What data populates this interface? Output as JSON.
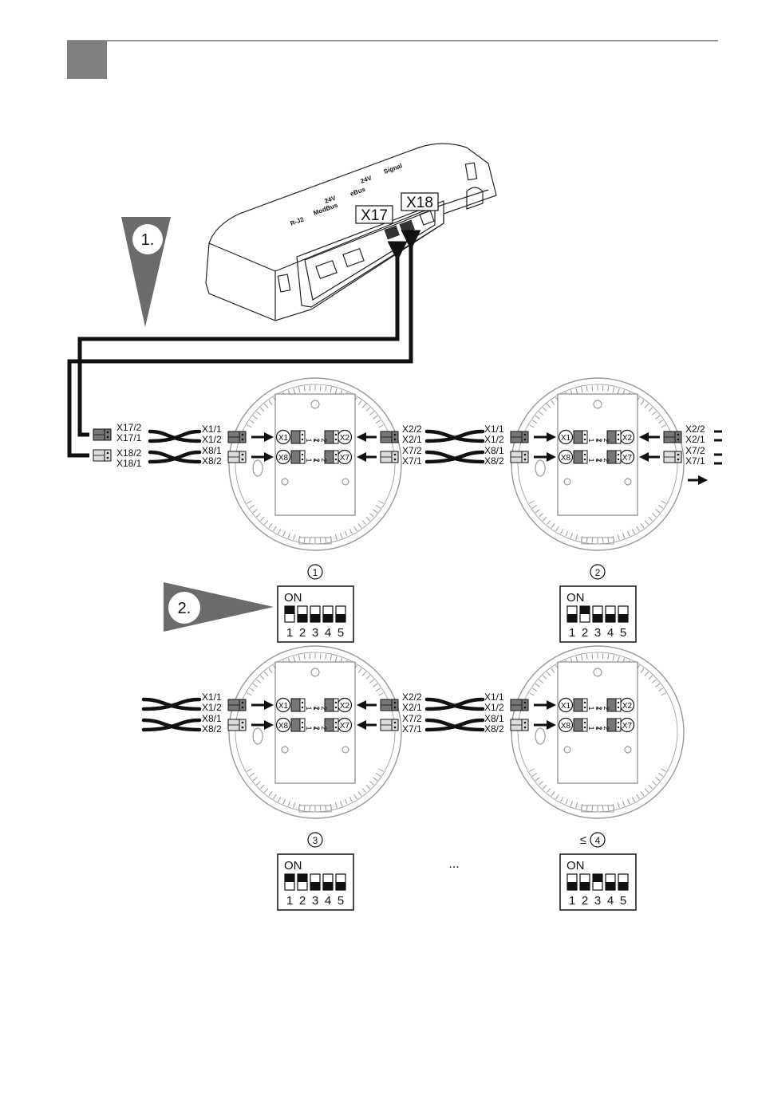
{
  "page": {
    "colors": {
      "marker": "#7a7a7a",
      "arrow_fill": "#6a6a6a",
      "line": "#111111",
      "tab": "#7f7f7f"
    }
  },
  "steps": {
    "step1": "1.",
    "step2": "2."
  },
  "controller": {
    "port_x17": "X17",
    "port_x18": "X18",
    "housing_labels": [
      "Signal",
      "24V",
      "eBus",
      "24V",
      "ModBus",
      "R-J2"
    ]
  },
  "cables": {
    "x17_2": "X17/2",
    "x17_1": "X17/1",
    "x18_2": "X18/2",
    "x18_1": "X18/1"
  },
  "units": [
    {
      "id": "1",
      "x1_1": "X1/1",
      "x1_2": "X1/2",
      "x8_1": "X8/1",
      "x8_2": "X8/2",
      "x2_2": "X2/2",
      "x2_1": "X2/1",
      "x7_2": "X7/2",
      "x7_1": "X7/1",
      "dip_on": "ON",
      "dip_numbers": [
        "1",
        "2",
        "3",
        "4",
        "5"
      ],
      "dip_switches_on": [
        1
      ]
    },
    {
      "id": "2",
      "x1_1": "X1/1",
      "x1_2": "X1/2",
      "x8_1": "X8/1",
      "x8_2": "X8/2",
      "x2_2": "X2/2",
      "x2_1": "X2/1",
      "x7_2": "X7/2",
      "x7_1": "X7/1",
      "dip_on": "ON",
      "dip_numbers": [
        "1",
        "2",
        "3",
        "4",
        "5"
      ],
      "dip_switches_on": [
        2
      ]
    },
    {
      "id": "3",
      "x1_1": "X1/1",
      "x1_2": "X1/2",
      "x8_1": "X8/1",
      "x8_2": "X8/2",
      "x2_2": "X2/2",
      "x2_1": "X2/1",
      "x7_2": "X7/2",
      "x7_1": "X7/1",
      "dip_on": "ON",
      "dip_numbers": [
        "1",
        "2",
        "3",
        "4",
        "5"
      ],
      "dip_switches_on": [
        1,
        2
      ]
    },
    {
      "id": "4",
      "prefix": "≤",
      "x1_1": "X1/1",
      "x1_2": "X1/2",
      "x8_1": "X8/1",
      "x8_2": "X8/2",
      "dip_on": "ON",
      "dip_numbers": [
        "1",
        "2",
        "3",
        "4",
        "5"
      ],
      "dip_switches_on": [
        3
      ]
    }
  ],
  "terminals": {
    "x1": "X1",
    "x2": "X2",
    "x7": "X7",
    "x8": "X8",
    "pin_1": "1",
    "pin_2": "2"
  },
  "ellipsis": "..."
}
